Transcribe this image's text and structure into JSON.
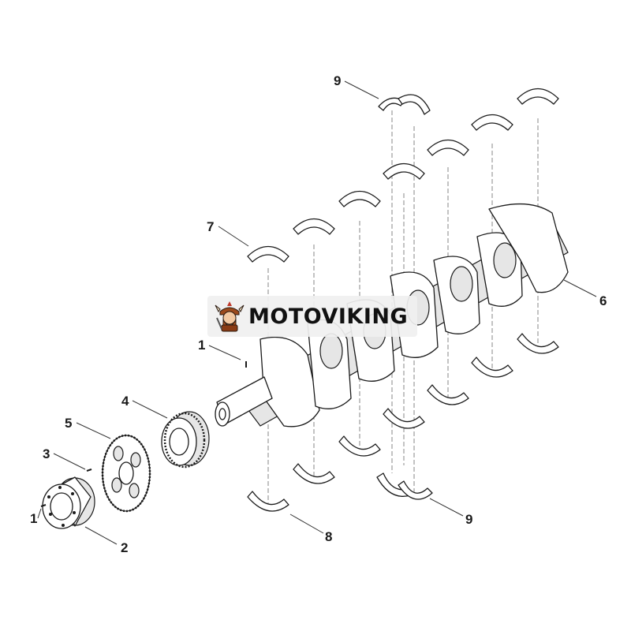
{
  "watermark": {
    "brand": "MOTOVIKING",
    "logo_icon": "viking-mascot-icon"
  },
  "callouts": {
    "c1_top": "1",
    "c1_bottom": "1",
    "c2": "2",
    "c3": "3",
    "c4": "4",
    "c5": "5",
    "c6": "6",
    "c7": "7",
    "c8": "8",
    "c9_top": "9",
    "c9_bottom": "9"
  },
  "colors": {
    "line": "#1a1a1a",
    "shade": "#e6e6e6",
    "background": "#ffffff"
  }
}
